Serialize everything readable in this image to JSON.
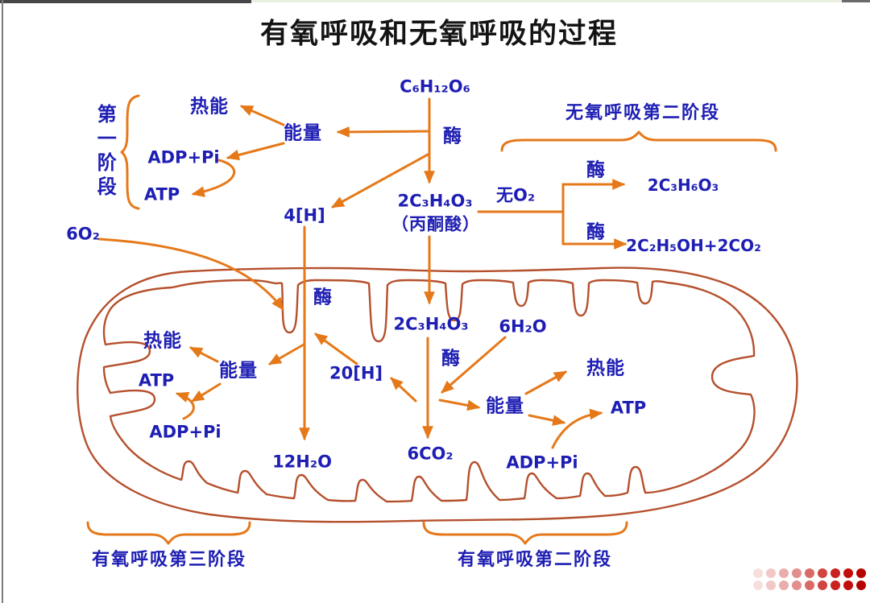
{
  "page": {
    "title": "有氧呼吸和无氧呼吸的过程"
  },
  "stages": {
    "stage1_vertical": "第一阶段",
    "anaerobic_stage2": "无氧呼吸第二阶段",
    "aerobic_stage3": "有氧呼吸第三阶段",
    "aerobic_stage2": "有氧呼吸第二阶段"
  },
  "nodes": {
    "glucose": "C₆H₁₂O₆",
    "enzyme": "酶",
    "heat": "热能",
    "energy": "能量",
    "adp_pi": "ADP+Pi",
    "atp": "ATP",
    "h4": "4[H]",
    "h20": "20[H]",
    "pyruvate_formula": "2C₃H₄O₃",
    "pyruvate_name": "（丙酮酸）",
    "no_o2": "无O₂",
    "lactic_acid": "2C₃H₆O₃",
    "ethanol_co2": "2C₂H₅OH+2CO₂",
    "o2_6": "6O₂",
    "water6": "6H₂O",
    "water12": "12H₂O",
    "co2_6": "6CO₂"
  },
  "colors": {
    "label_blue": "#1e1eb4",
    "arrow_orange": "#e5791a",
    "membrane_brown": "#b5502d",
    "title_black": "#141414",
    "edge_dark": "#474747",
    "edge_light": "#e9f0e2",
    "edge_gray": "#7d7d7d"
  },
  "decoration": {
    "dot_rows": 2,
    "dot_colors": [
      "#f6dedc",
      "#f1c8c6",
      "#e9adab",
      "#e18f8c",
      "#d96a66",
      "#d14441",
      "#c92220",
      "#c20d0b",
      "#b60000"
    ]
  }
}
